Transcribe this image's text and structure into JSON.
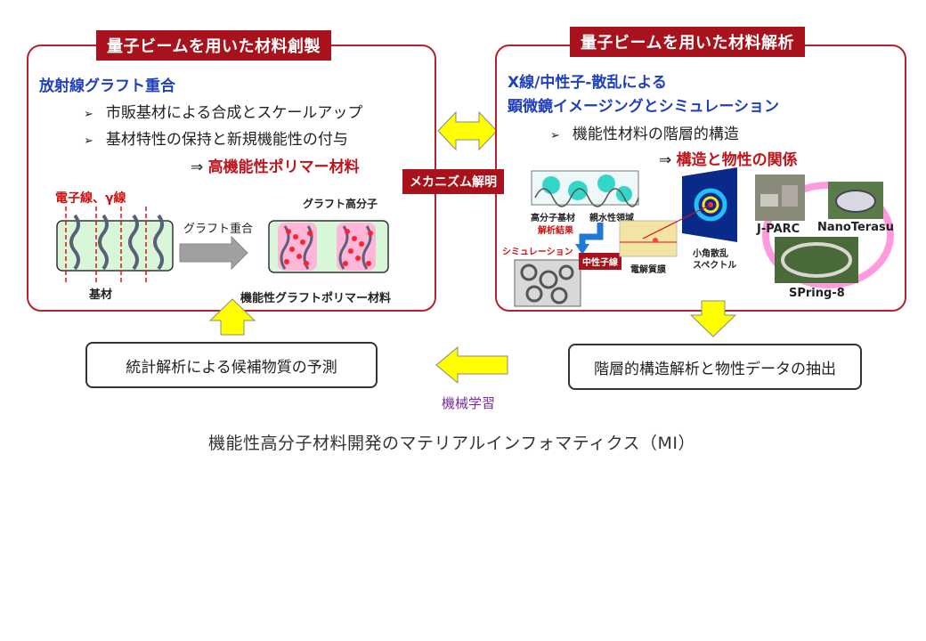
{
  "left_panel": {
    "title": "量子ビームを用いた材料創製",
    "heading": "放射線グラフト重合",
    "bullets": [
      "市販基材による合成とスケールアップ",
      "基材特性の保持と新規機能性の付与"
    ],
    "result_arrow": "⇒",
    "result": "高機能性ポリマー材料",
    "beam_label": "電子線、γ線",
    "substrate_label": "基材",
    "process_label": "グラフト重合",
    "graft_label": "グラフト高分子",
    "product_label": "機能性グラフトポリマー材料"
  },
  "right_panel": {
    "title": "量子ビームを用いた材料解析",
    "heading_line1": "X線/中性子-散乱による",
    "heading_line2": "顕微鏡イメージングとシミュレーション",
    "bullets": [
      "機能性材料の階層的構造"
    ],
    "result_arrow": "⇒",
    "result": "構造と物性の関係",
    "labels": {
      "polymer_substrate": "高分子基材",
      "hydrophilic": "親水性領域",
      "analysis_result": "解析結果",
      "simulation": "シミュレーション",
      "neutron": "中性子線",
      "electrolyte": "電解質膜",
      "saxs_line1": "小角散乱",
      "saxs_line2": "スペクトル",
      "jparc": "J-PARC",
      "nanoterasu": "NanoTerasu",
      "spring8": "SPring-8"
    }
  },
  "mechanism_label": "メカニズム解明",
  "bottom": {
    "right_box": "階層的構造解析と物性データの抽出",
    "left_box": "統計解析による候補物質の予測",
    "ml_label": "機械学習"
  },
  "caption": "機能性高分子材料開発のマテリアルインフォマティクス（MI）",
  "colors": {
    "accent_red": "#a8121c",
    "heading_blue": "#1f3fbf",
    "arrow_yellow": "#ffff00",
    "ml_purple": "#7a2aa0"
  }
}
